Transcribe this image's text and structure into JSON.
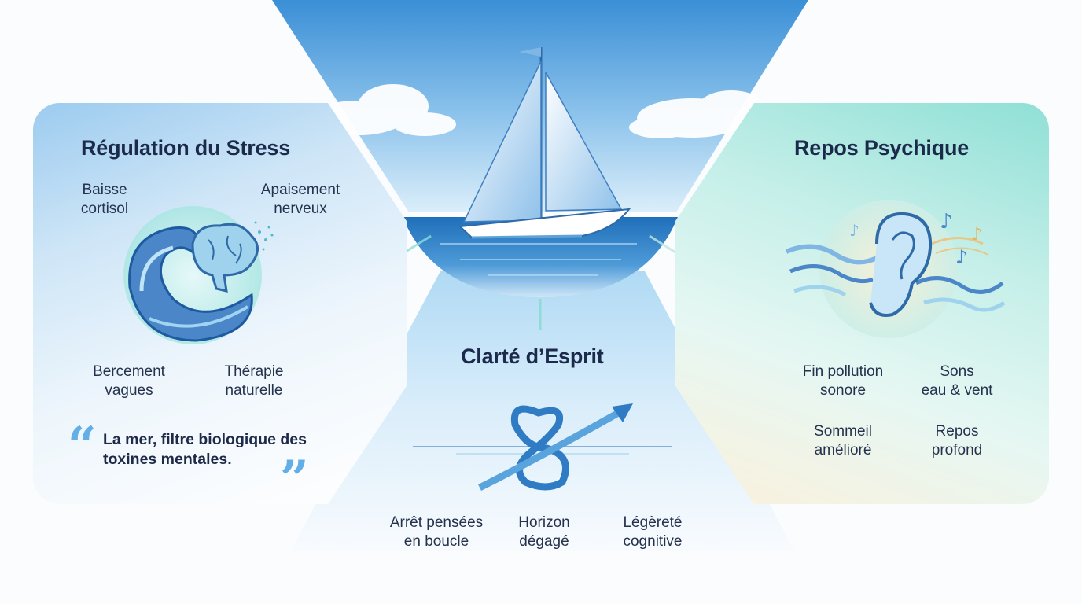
{
  "colors": {
    "sky_top": "#3f95d8",
    "sea": "#2d7ec8",
    "left_panel": "#9ccbef",
    "right_panel": "#8fe0d6",
    "title_text": "#1b2a4a",
    "quote_mark": "#62aee6"
  },
  "center": {
    "illustration": "sailboat-on-sea",
    "title": "Clarté d’Esprit",
    "icon": "infinity-arrow-icon",
    "labels": [
      "Arrêt pensées\nen boucle",
      "Horizon\ndégagé",
      "Légèreté\ncognitive"
    ]
  },
  "left": {
    "title": "Régulation du Stress",
    "icon": "wave-brain-icon",
    "labels": [
      "Baisse\ncortisol",
      "Apaisement\nnerveux",
      "Bercement\nvagues",
      "Thérapie\nnaturelle"
    ],
    "quote": "La mer, filtre biologique des toxines mentales.",
    "quote_open": "“",
    "quote_close": "”"
  },
  "right": {
    "title": "Repos Psychique",
    "icon": "ear-sound-waves-icon",
    "labels": [
      "Fin pollution\nsonore",
      "Sons\neau & vent",
      "Sommeil\namélioré",
      "Repos\nprofond"
    ]
  }
}
